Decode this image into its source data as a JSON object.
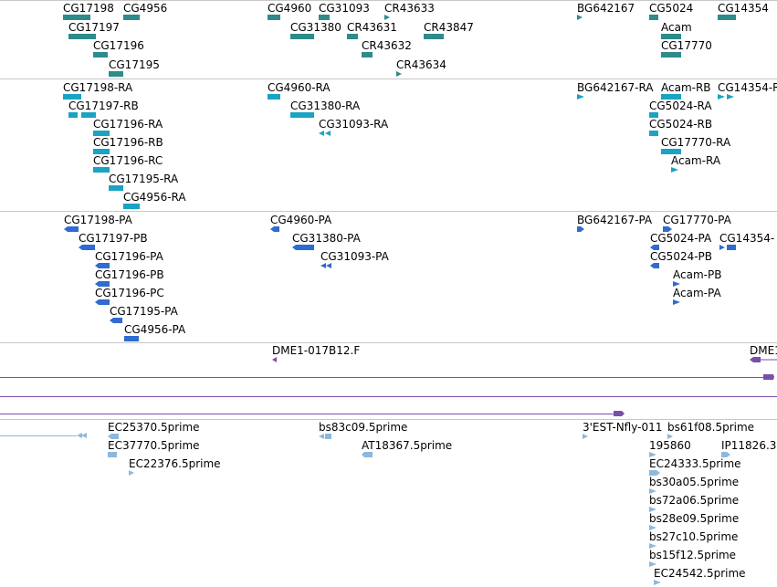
{
  "colors": {
    "gene": "#2e8b8b",
    "transcript": "#1aa3c3",
    "protein": "#2f6bd0",
    "clone": "#7b4fa8",
    "est": "#8db8dc",
    "separator": "#c8c8c8"
  },
  "tracks": [
    {
      "name": "genes",
      "features": [
        {
          "label": "CG17198"
        },
        {
          "label": "CG4956"
        },
        {
          "label": "CG4960"
        },
        {
          "label": "CG31093"
        },
        {
          "label": "CR43633"
        },
        {
          "label": "BG642167"
        },
        {
          "label": "CG5024"
        },
        {
          "label": "CG14354"
        },
        {
          "label": "CG17197"
        },
        {
          "label": "CG31380"
        },
        {
          "label": "CR43631"
        },
        {
          "label": "CR43847"
        },
        {
          "label": "Acam"
        },
        {
          "label": "CG17196"
        },
        {
          "label": "CR43632"
        },
        {
          "label": "CG17770"
        },
        {
          "label": "CG17195"
        },
        {
          "label": "CR43634"
        }
      ]
    },
    {
      "name": "transcripts",
      "features": [
        {
          "label": "CG17198-RA"
        },
        {
          "label": "CG4960-RA"
        },
        {
          "label": "BG642167-RA"
        },
        {
          "label": "Acam-RB"
        },
        {
          "label": "CG14354-R"
        },
        {
          "label": "CG17197-RB"
        },
        {
          "label": "CG31380-RA"
        },
        {
          "label": "CG5024-RA"
        },
        {
          "label": "CG17196-RA"
        },
        {
          "label": "CG31093-RA"
        },
        {
          "label": "CG5024-RB"
        },
        {
          "label": "CG17196-RB"
        },
        {
          "label": "CG17770-RA"
        },
        {
          "label": "CG17196-RC"
        },
        {
          "label": "Acam-RA"
        },
        {
          "label": "CG17195-RA"
        },
        {
          "label": "CG4956-RA"
        }
      ]
    },
    {
      "name": "proteins",
      "features": [
        {
          "label": "CG17198-PA"
        },
        {
          "label": "CG4960-PA"
        },
        {
          "label": "BG642167-PA"
        },
        {
          "label": "CG17770-PA"
        },
        {
          "label": "CG17197-PB"
        },
        {
          "label": "CG31380-PA"
        },
        {
          "label": "CG5024-PA"
        },
        {
          "label": "CG14354-"
        },
        {
          "label": "CG17196-PA"
        },
        {
          "label": "CG31093-PA"
        },
        {
          "label": "CG5024-PB"
        },
        {
          "label": "CG17196-PB"
        },
        {
          "label": "Acam-PB"
        },
        {
          "label": "CG17196-PC"
        },
        {
          "label": "Acam-PA"
        },
        {
          "label": "CG17195-PA"
        },
        {
          "label": "CG4956-PA"
        }
      ]
    },
    {
      "name": "clones",
      "features": [
        {
          "label": "DME1-017B12.F"
        },
        {
          "label": "DME1"
        }
      ]
    },
    {
      "name": "ests",
      "features": [
        {
          "label": "EC25370.5prime"
        },
        {
          "label": "bs83c09.5prime"
        },
        {
          "label": "3'EST-Nfly-011"
        },
        {
          "label": "bs61f08.5prime"
        },
        {
          "label": "EC37770.5prime"
        },
        {
          "label": "AT18367.5prime"
        },
        {
          "label": "195860"
        },
        {
          "label": "IP11826.3"
        },
        {
          "label": "EC22376.5prime"
        },
        {
          "label": "EC24333.5prime"
        },
        {
          "label": "bs30a05.5prime"
        },
        {
          "label": "bs72a06.5prime"
        },
        {
          "label": "bs28e09.5prime"
        },
        {
          "label": "bs27c10.5prime"
        },
        {
          "label": "bs15f12.5prime"
        },
        {
          "label": "EC24542.5prime"
        }
      ]
    }
  ]
}
